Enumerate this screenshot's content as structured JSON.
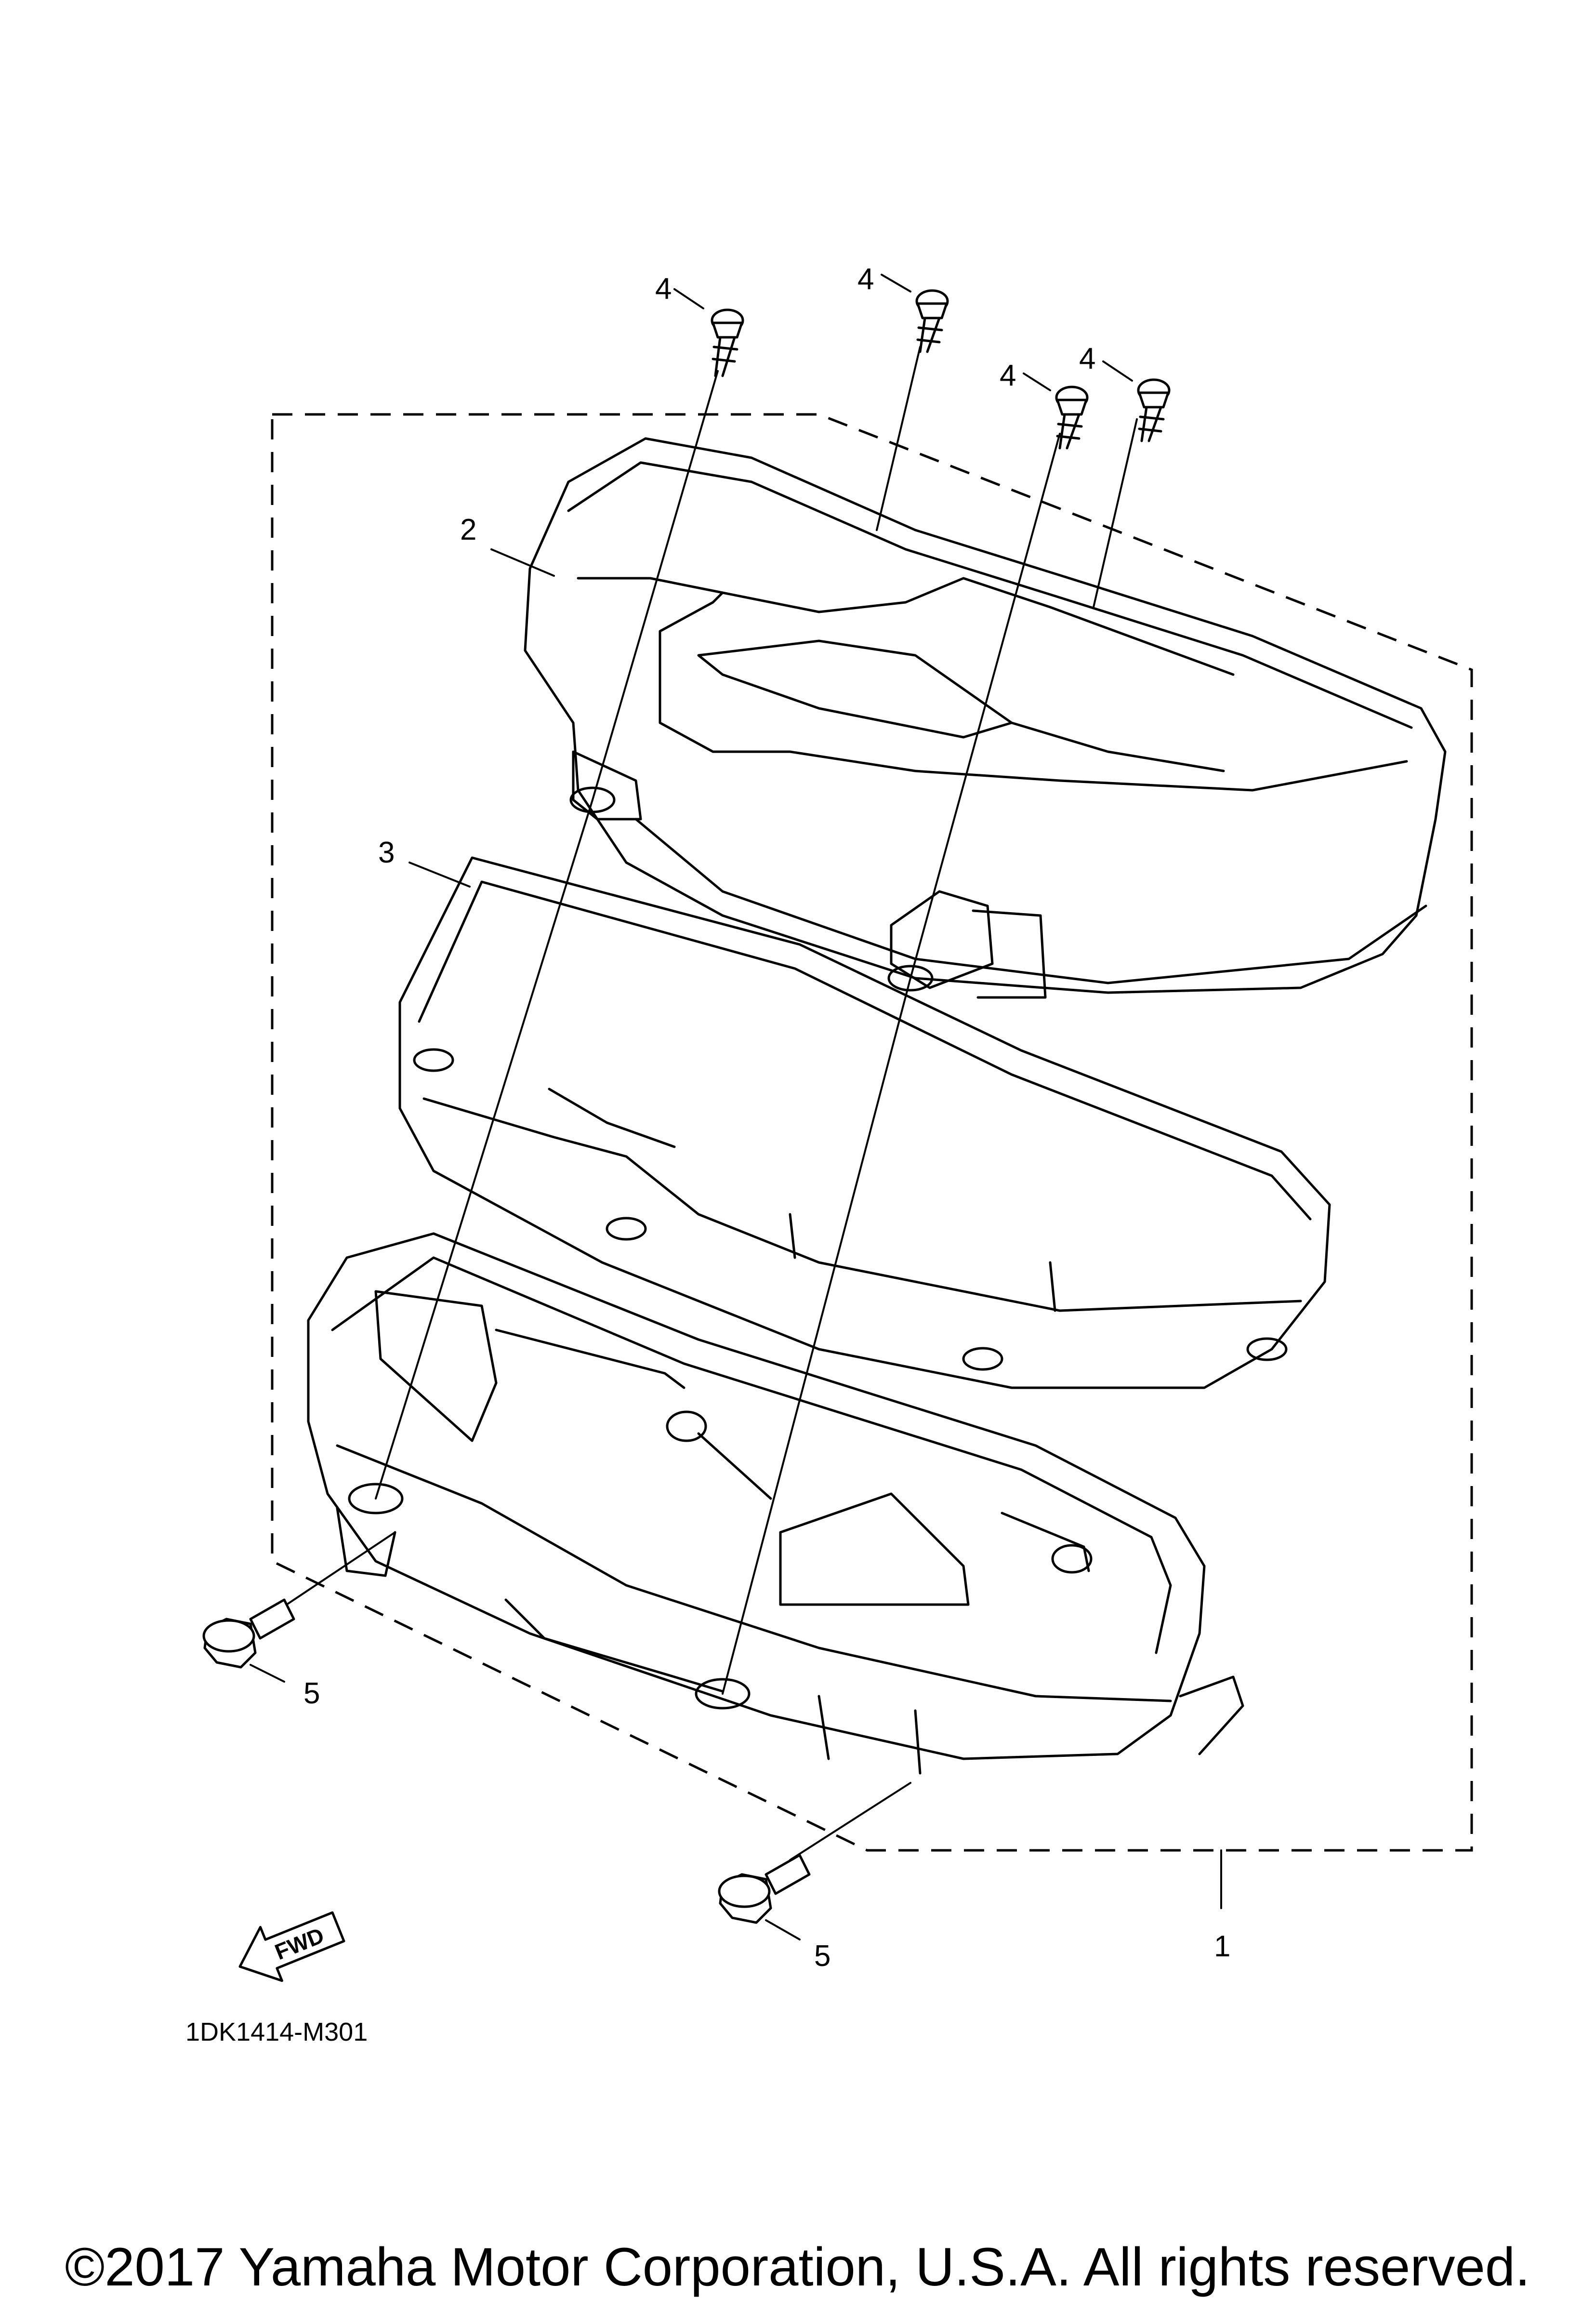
{
  "callouts": {
    "p1": "1",
    "p2": "2",
    "p3": "3",
    "p4": "4",
    "p5": "5"
  },
  "fwd_label": "FWD",
  "diagram_code": "1DK1414-M301",
  "copyright": "©2017 Yamaha Motor Corporation, U.S.A. All rights reserved."
}
